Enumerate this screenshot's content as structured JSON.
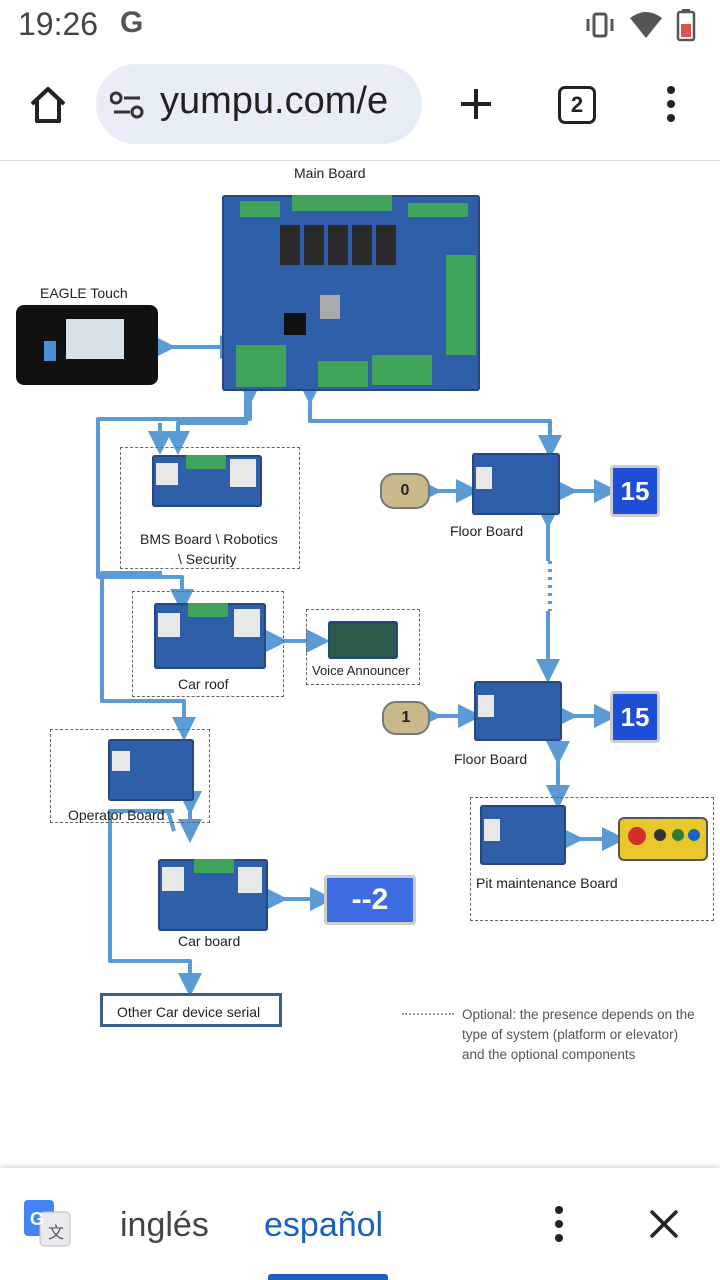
{
  "status_bar": {
    "time": "19:26",
    "g_indicator": "G"
  },
  "browser": {
    "url": "yumpu.com/e",
    "tab_count": "2"
  },
  "diagram": {
    "main_board": "Main Board",
    "eagle_touch": "EAGLE Touch",
    "bms_board_line1": "BMS Board \\ Robotics",
    "bms_board_line2": "\\ Security",
    "car_roof": "Car roof",
    "voice_announcer": "Voice Announcer",
    "operator_board": "Operator Board",
    "car_board": "Car board",
    "other_car_device": "Other Car device serial",
    "floor_board_1": "Floor Board",
    "floor_board_2": "Floor Board",
    "pit_maintenance": "Pit maintenance Board",
    "button_0": "0",
    "button_1": "1",
    "display_floor": "15",
    "car_display": "--2",
    "note": "Optional: the presence depends on the type of system (platform or elevator) and the optional components"
  },
  "translate_bar": {
    "source_lang": "inglés",
    "target_lang": "español"
  },
  "colors": {
    "arrow": "#5b9bd5",
    "accent": "#1a5fc4"
  }
}
